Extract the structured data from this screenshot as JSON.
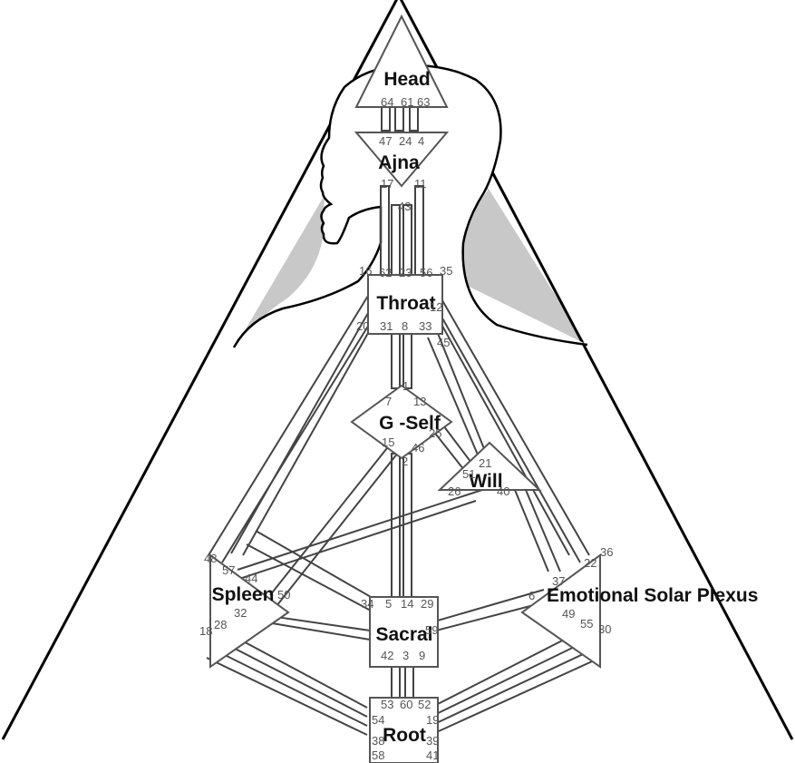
{
  "centers": {
    "head": "Head",
    "ajna": "Ajna",
    "throat": "Throat",
    "g_self": "G -Self",
    "will": "Will",
    "spleen": "Spleen",
    "solar_plexus": "Emotional Solar Plexus",
    "sacral": "Sacral",
    "root": "Root"
  },
  "gates": {
    "g64": "64",
    "g61": "61",
    "g63": "63",
    "g47": "47",
    "g24": "24",
    "g4": "4",
    "g17": "17",
    "g11": "11",
    "g43": "43",
    "g16": "16",
    "g62": "62",
    "g23": "23",
    "g56": "56",
    "g35": "35",
    "g12": "12",
    "g20": "20",
    "g31": "31",
    "g8": "8",
    "g33": "33",
    "g45": "45",
    "g1": "1",
    "g7": "7",
    "g13": "13",
    "g25": "25",
    "g15": "15",
    "g46": "46",
    "g2": "2",
    "g21": "21",
    "g51": "51",
    "g26": "26",
    "g40": "40",
    "g48": "48",
    "g57": "57",
    "g44": "44",
    "g50": "50",
    "g32": "32",
    "g28": "28",
    "g18": "18",
    "g36": "36",
    "g22": "22",
    "g37": "37",
    "g6": "6",
    "g49": "49",
    "g55": "55",
    "g30": "30",
    "g34": "34",
    "g5": "5",
    "g14": "14",
    "g29": "29",
    "g59": "59",
    "g42": "42",
    "g3": "3",
    "g9": "9",
    "g53": "53",
    "g60": "60",
    "g52": "52",
    "g54": "54",
    "g38": "38",
    "g58": "58",
    "g19": "19",
    "g39": "39",
    "g41": "41"
  },
  "colors": {
    "line": "#000000",
    "shoulder_shade": "#c8c8c8",
    "gate_text": "#555555"
  }
}
